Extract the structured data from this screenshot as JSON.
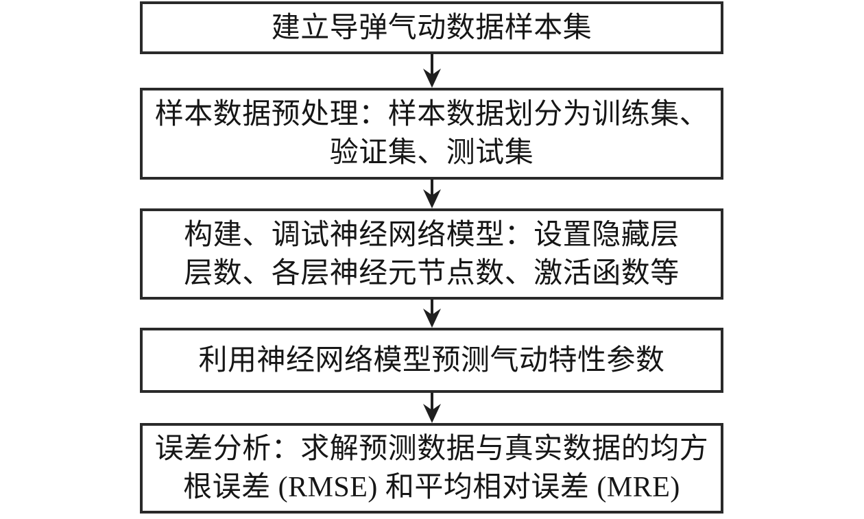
{
  "page": {
    "background_color": "#ffffff",
    "kind": "flowchart"
  },
  "style": {
    "box_border_color": "#2a2a2a",
    "text_color": "#161616",
    "arrow_color": "#1f1f1f"
  },
  "flow": {
    "direction": "top-to-bottom",
    "steps": [
      {
        "id": 1,
        "lines": [
          "建立导弹气动数据样本集"
        ]
      },
      {
        "id": 2,
        "lines": [
          "样本数据预处理：样本数据划分为训练集、",
          "验证集、测试集"
        ]
      },
      {
        "id": 3,
        "lines": [
          "构建、调试神经网络模型：设置隐藏层",
          "层数、各层神经元节点数、激活函数等"
        ]
      },
      {
        "id": 4,
        "lines": [
          "利用神经网络模型预测气动特性参数"
        ]
      },
      {
        "id": 5,
        "lines": [
          "误差分析：求解预测数据与真实数据的均方",
          "根误差 (RMSE) 和平均相对误差 (MRE)"
        ]
      }
    ],
    "connectors": [
      {
        "from": 1,
        "to": 2
      },
      {
        "from": 2,
        "to": 3
      },
      {
        "from": 3,
        "to": 4
      },
      {
        "from": 4,
        "to": 5
      }
    ]
  }
}
